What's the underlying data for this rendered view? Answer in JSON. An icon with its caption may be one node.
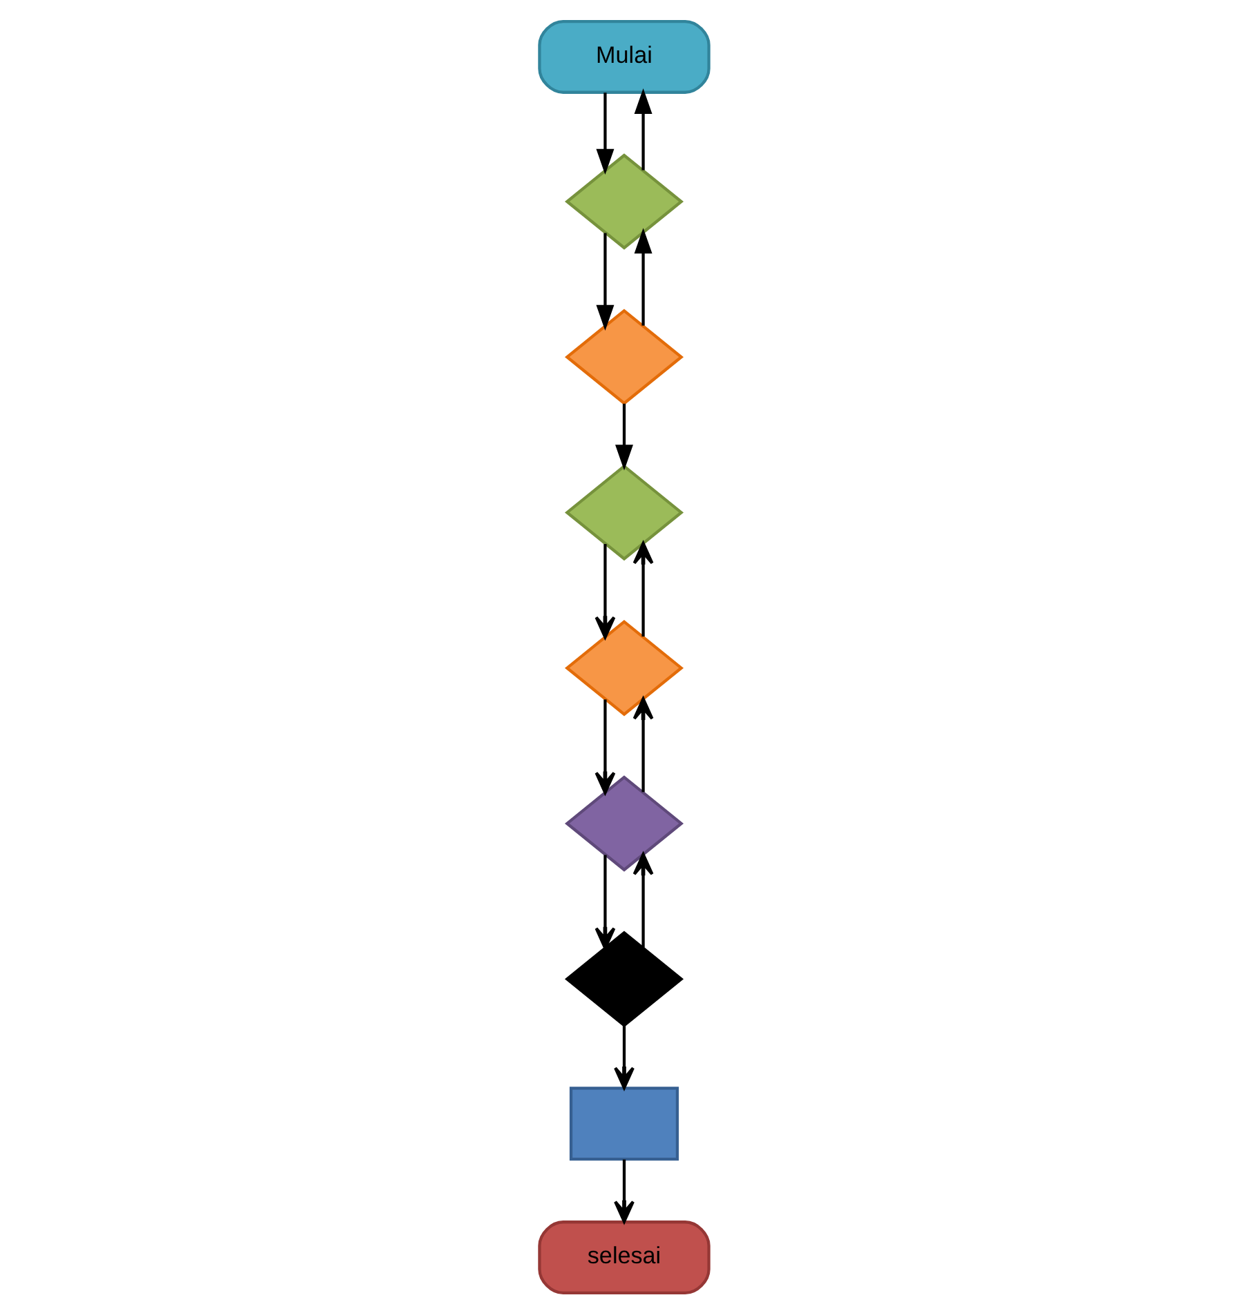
{
  "diagram": {
    "nodes": [
      {
        "text": [
          "Mulai"
        ]
      },
      {
        "text": [],
        "shape": "diamond"
      },
      {
        "text": [],
        "shape": "diamond"
      },
      {
        "text": [],
        "shape": "diamond"
      },
      {
        "text": [],
        "shape": "diamond"
      },
      {
        "text": [],
        "shape": "diamond"
      },
      {
        "text": [],
        "shape": "diamond"
      },
      {
        "text": [],
        "shape": "box"
      },
      {
        "text": [
          "selesai"
        ]
      }
    ],
    "edges": [
      {
        "from": 0,
        "to": 1,
        "arrow": "to"
      },
      {
        "from": 1,
        "to": 0,
        "arrow": "to"
      },
      {
        "from": 1,
        "to": 2,
        "arrow": "to"
      },
      {
        "from": 2,
        "to": 1,
        "arrow": "to"
      },
      {
        "from": 2,
        "to": 3,
        "arrow": "to"
      },
      {
        "from": 3,
        "to": 4,
        "arrow": "to"
      },
      {
        "from": 4,
        "to": 3,
        "arrow": "to"
      },
      {
        "from": 4,
        "to": 5,
        "arrow": "to"
      },
      {
        "from": 5,
        "to": 4,
        "arrow": "to"
      },
      {
        "from": 5,
        "to": 6,
        "arrow": "to"
      },
      {
        "from": 6,
        "to": 5,
        "arrow": "to"
      },
      {
        "from": 6,
        "to": 7,
        "arrow": "to"
      },
      {
        "from": 7,
        "to": 8,
        "arrow": "to"
      }
    ]
  }
}
